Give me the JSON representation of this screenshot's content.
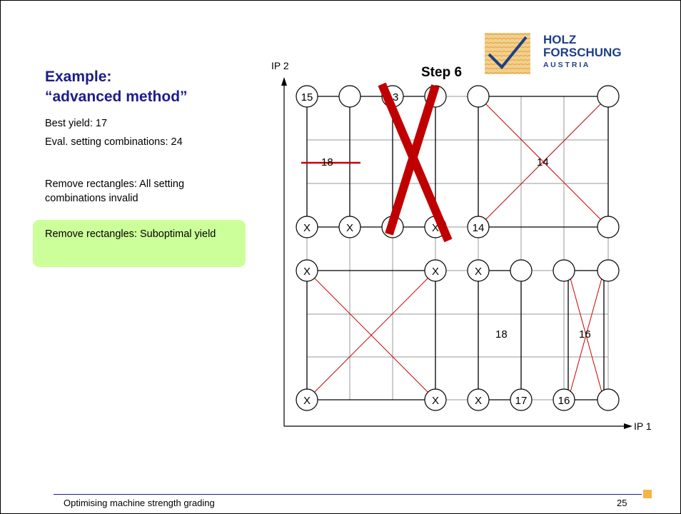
{
  "slide": {
    "title_line1": "Example:",
    "title_line2": "“advanced method”",
    "best_yield": "Best yield: 17",
    "eval_combinations": "Eval. setting combinations: 24",
    "remove_invalid": "Remove rectangles: All setting combinations invalid",
    "remove_suboptimal": "Remove rectangles: Suboptimal yield",
    "step_label": "Step 6",
    "footer_text": "Optimising machine strength grading",
    "page_number": "25"
  },
  "logo": {
    "line1": "HOLZ",
    "line2": "FORSCHUNG",
    "line3": "A U S T R I A"
  },
  "diagram": {
    "axis_x_label": "IP 1",
    "axis_y_label": "IP 2",
    "node_labels": {
      "top_row": [
        "15",
        "",
        "13",
        "",
        "",
        ""
      ],
      "upper_bottom_row": [
        "X",
        "X",
        "",
        "X",
        "14",
        ""
      ],
      "lower_top_row": [
        "X",
        "X",
        "X",
        "",
        "",
        ""
      ],
      "bottom_row": [
        "X",
        "X",
        "X",
        "17",
        "16",
        ""
      ]
    },
    "rect_values": [
      "18",
      "14",
      "18",
      "16"
    ],
    "colors": {
      "grid": "#999999",
      "lines": "#000000",
      "red_thin": "#cc0000",
      "red_cross": "#c00000",
      "callout": "#ccff99"
    }
  }
}
